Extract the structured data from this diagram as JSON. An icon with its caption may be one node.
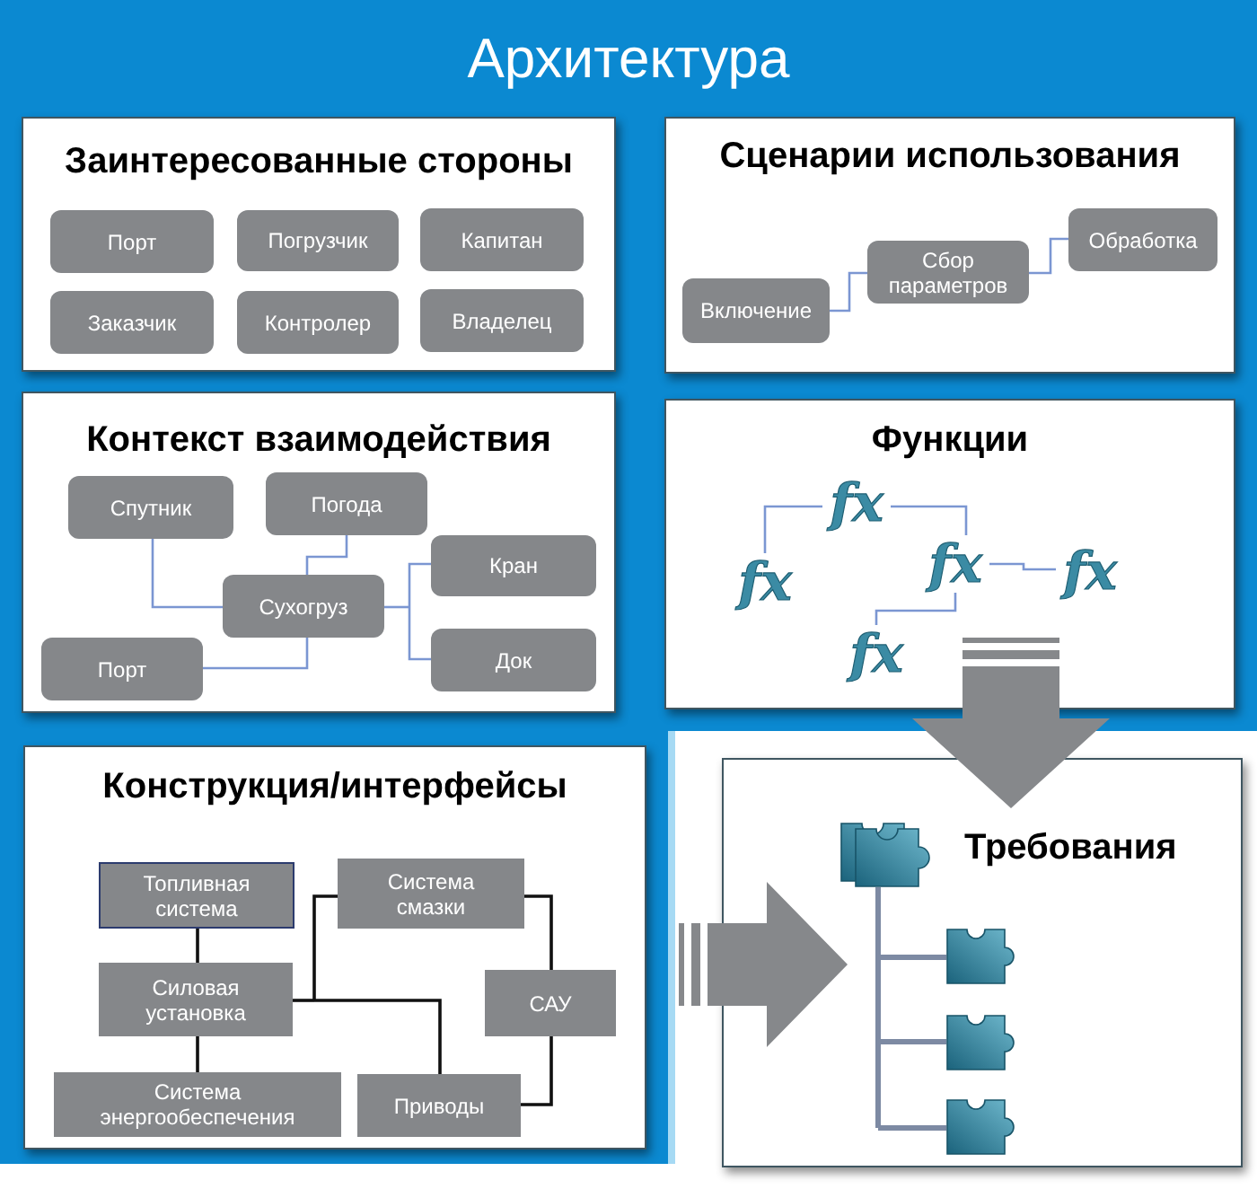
{
  "diagram": {
    "title": "Архитектура",
    "nodes": [
      {
        "text": [
          "Заинтересованные стороны"
        ]
      },
      {
        "text": [
          "Порт"
        ],
        "in": 0
      },
      {
        "text": [
          "Погрузчик"
        ],
        "in": 0
      },
      {
        "text": [
          "Капитан"
        ],
        "in": 0
      },
      {
        "text": [
          "Заказчик"
        ],
        "in": 0
      },
      {
        "text": [
          "Контролер"
        ],
        "in": 0
      },
      {
        "text": [
          "Владелец"
        ],
        "in": 0
      },
      {
        "text": [
          "Сценарии использования"
        ]
      },
      {
        "text": [
          "Включение"
        ],
        "in": 7
      },
      {
        "text": [
          "Сбор параметров"
        ],
        "in": 7
      },
      {
        "text": [
          "Обработка"
        ],
        "in": 7
      },
      {
        "text": [
          "Контекст взаимодействия"
        ]
      },
      {
        "text": [
          "Спутник"
        ],
        "in": 11
      },
      {
        "text": [
          "Погода"
        ],
        "in": 11
      },
      {
        "text": [
          "Сухогруз"
        ],
        "in": 11
      },
      {
        "text": [
          "Кран"
        ],
        "in": 11
      },
      {
        "text": [
          "Порт"
        ],
        "in": 11
      },
      {
        "text": [
          "Док"
        ],
        "in": 11
      },
      {
        "text": [
          "Функции"
        ]
      },
      {
        "text": [
          "fx"
        ],
        "in": 18
      },
      {
        "text": [
          "fx"
        ],
        "in": 18
      },
      {
        "text": [
          "fx"
        ],
        "in": 18
      },
      {
        "text": [
          "fx"
        ],
        "in": 18
      },
      {
        "text": [
          "fx"
        ],
        "in": 18
      },
      {
        "text": [
          "Конструкция/интерфейсы"
        ]
      },
      {
        "text": [
          "Топливная система"
        ],
        "in": 24
      },
      {
        "text": [
          "Система смазки"
        ],
        "in": 24
      },
      {
        "text": [
          "Силовая установка"
        ],
        "in": 24
      },
      {
        "text": [
          "САУ"
        ],
        "in": 24
      },
      {
        "text": [
          "Система энергообеспечения"
        ],
        "in": 24
      },
      {
        "text": [
          "Приводы"
        ],
        "in": 24
      },
      {
        "text": [
          "Требования"
        ]
      },
      {
        "text": [],
        "shape": "puzzle",
        "in": 31
      },
      {
        "text": [],
        "shape": "puzzle",
        "in": 31
      },
      {
        "text": [],
        "shape": "puzzle",
        "in": 31
      },
      {
        "text": [],
        "shape": "puzzle",
        "in": 31
      }
    ],
    "edges": [
      {
        "from": 8,
        "to": 9,
        "arrow": "none"
      },
      {
        "from": 9,
        "to": 10,
        "arrow": "none"
      },
      {
        "from": 12,
        "to": 14,
        "arrow": "none"
      },
      {
        "from": 13,
        "to": 14,
        "arrow": "none"
      },
      {
        "from": 14,
        "to": 15,
        "arrow": "none"
      },
      {
        "from": 14,
        "to": 17,
        "arrow": "none"
      },
      {
        "from": 16,
        "to": 14,
        "arrow": "none"
      },
      {
        "from": 19,
        "to": 20,
        "arrow": "none"
      },
      {
        "from": 19,
        "to": 21,
        "arrow": "none"
      },
      {
        "from": 21,
        "to": 22,
        "arrow": "none"
      },
      {
        "from": 21,
        "to": 23,
        "arrow": "none"
      },
      {
        "from": 25,
        "to": 27,
        "arrow": "none",
        "color": "#111111"
      },
      {
        "from": 27,
        "to": 29,
        "arrow": "none",
        "color": "#111111"
      },
      {
        "from": 27,
        "to": 26,
        "arrow": "none",
        "color": "#111111"
      },
      {
        "from": 27,
        "to": 30,
        "arrow": "none",
        "color": "#111111"
      },
      {
        "from": 26,
        "to": 28,
        "arrow": "none",
        "color": "#111111"
      },
      {
        "from": 28,
        "to": 30,
        "arrow": "none",
        "color": "#111111"
      },
      {
        "from": 32,
        "to": 33,
        "arrow": "none",
        "style": "thick",
        "color": "#7d8aa3"
      },
      {
        "from": 32,
        "to": 34,
        "arrow": "none",
        "style": "thick",
        "color": "#7d8aa3"
      },
      {
        "from": 32,
        "to": 35,
        "arrow": "none",
        "style": "thick",
        "color": "#7d8aa3"
      },
      {
        "from": 18,
        "to": 31,
        "arrow": "to",
        "style": "thick",
        "color": "#86888b"
      },
      {
        "from": 24,
        "to": 31,
        "arrow": "to",
        "style": "thick",
        "color": "#86888b"
      }
    ]
  }
}
